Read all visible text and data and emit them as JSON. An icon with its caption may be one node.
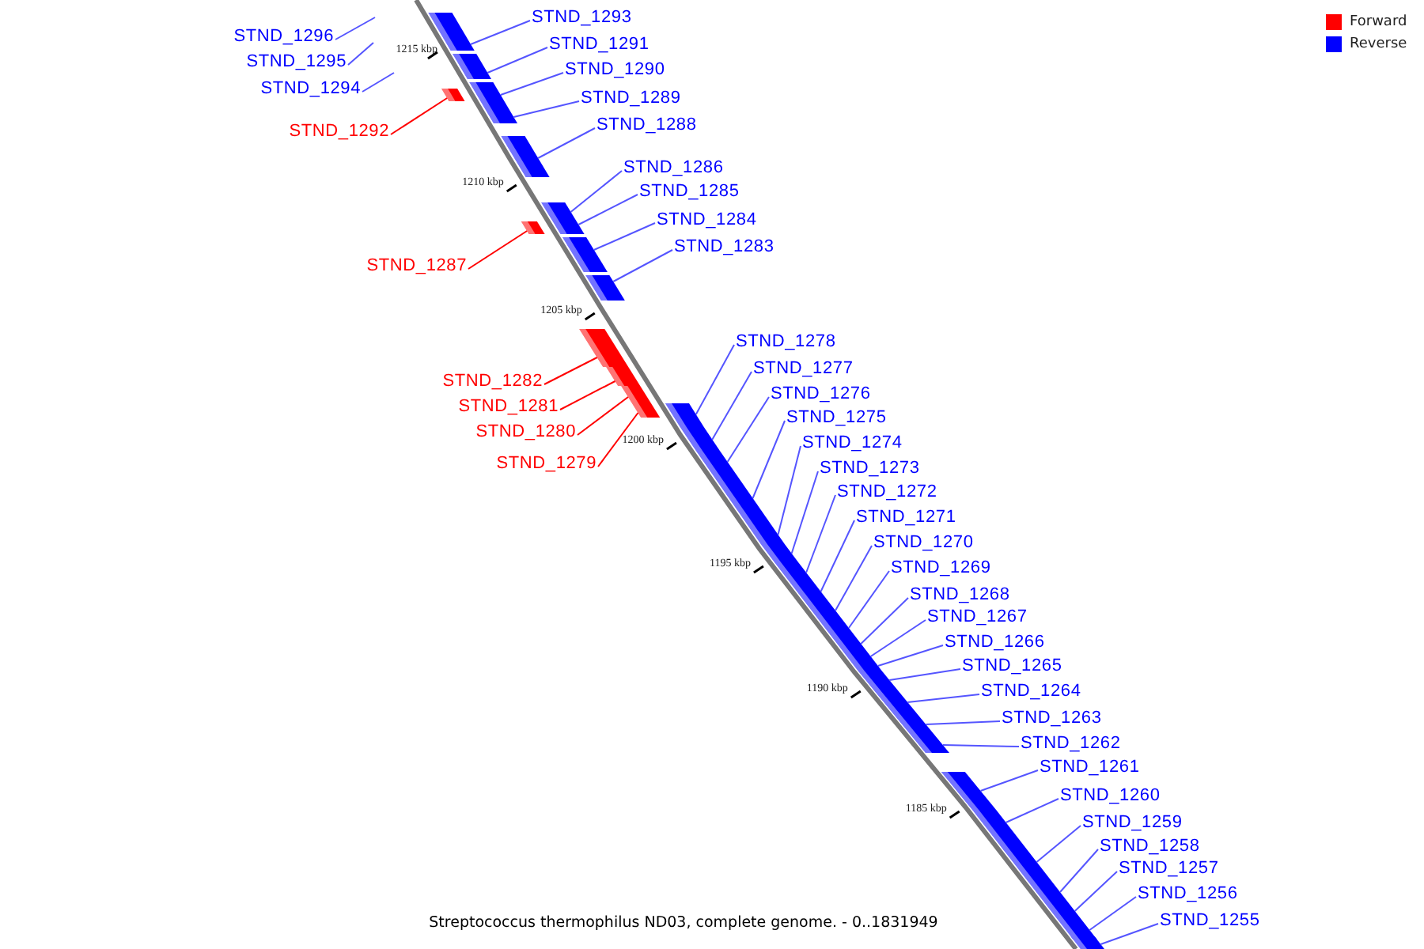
{
  "diagram": {
    "caption": "Streptococcus thermophilus ND03, complete genome. - 0..1831949",
    "nodes": [
      {
        "text": [
          "STND_1293"
        ]
      },
      {
        "text": [],
        "shape": "box"
      },
      {
        "text": [
          "STND_1291"
        ]
      },
      {
        "text": [],
        "shape": "box"
      },
      {
        "text": [
          "STND_1296"
        ]
      },
      {
        "text": [
          "STND_1290"
        ]
      },
      {
        "text": [],
        "shape": "box"
      },
      {
        "text": [
          "STND_1295"
        ]
      },
      {
        "text": [
          "STND_1294"
        ]
      },
      {
        "text": [
          "STND_1289"
        ]
      },
      {
        "text": [],
        "shape": "box"
      },
      {
        "text": [
          "STND_1288"
        ]
      },
      {
        "text": [],
        "shape": "box"
      },
      {
        "text": [
          "STND_1292"
        ]
      },
      {
        "text": [],
        "shape": "box"
      },
      {
        "text": [
          "STND_1286"
        ]
      },
      {
        "text": [],
        "shape": "box"
      },
      {
        "text": [
          "STND_1285"
        ]
      },
      {
        "text": [],
        "shape": "box"
      },
      {
        "text": [
          "STND_1284"
        ]
      },
      {
        "text": [],
        "shape": "box"
      },
      {
        "text": [
          "STND_1283"
        ]
      },
      {
        "text": [],
        "shape": "box"
      },
      {
        "text": [
          "STND_1287"
        ]
      },
      {
        "text": [],
        "shape": "box"
      },
      {
        "text": [
          "STND_1278"
        ]
      },
      {
        "text": [],
        "shape": "box"
      },
      {
        "text": [
          "STND_1282"
        ]
      },
      {
        "text": [],
        "shape": "box"
      },
      {
        "text": [
          "STND_1277"
        ]
      },
      {
        "text": [],
        "shape": "box"
      },
      {
        "text": [
          "STND_1276"
        ]
      },
      {
        "text": [],
        "shape": "box"
      },
      {
        "text": [
          "STND_1281"
        ]
      },
      {
        "text": [],
        "shape": "box"
      },
      {
        "text": [
          "STND_1275"
        ]
      },
      {
        "text": [],
        "shape": "box"
      },
      {
        "text": [
          "STND_1280"
        ]
      },
      {
        "text": [],
        "shape": "box"
      },
      {
        "text": [
          "STND_1274"
        ]
      },
      {
        "text": [],
        "shape": "box"
      },
      {
        "text": [
          "STND_1279"
        ]
      },
      {
        "text": [],
        "shape": "box"
      },
      {
        "text": [
          "STND_1273"
        ]
      },
      {
        "text": [],
        "shape": "box"
      },
      {
        "text": [
          "STND_1272"
        ]
      },
      {
        "text": [],
        "shape": "box"
      },
      {
        "text": [
          "STND_1271"
        ]
      },
      {
        "text": [],
        "shape": "box"
      },
      {
        "text": [
          "STND_1270"
        ]
      },
      {
        "text": [],
        "shape": "box"
      },
      {
        "text": [
          "STND_1269"
        ]
      },
      {
        "text": [],
        "shape": "box"
      },
      {
        "text": [
          "STND_1268"
        ]
      },
      {
        "text": [],
        "shape": "box"
      },
      {
        "text": [
          "STND_1267"
        ]
      },
      {
        "text": [],
        "shape": "box"
      },
      {
        "text": [
          "STND_1266"
        ]
      },
      {
        "text": [],
        "shape": "box"
      },
      {
        "text": [
          "STND_1265"
        ]
      },
      {
        "text": [],
        "shape": "box"
      },
      {
        "text": [
          "STND_1264"
        ]
      },
      {
        "text": [],
        "shape": "box"
      },
      {
        "text": [
          "STND_1263"
        ]
      },
      {
        "text": [],
        "shape": "box"
      },
      {
        "text": [
          "STND_1262"
        ]
      },
      {
        "text": [],
        "shape": "box"
      },
      {
        "text": [
          "STND_1261"
        ]
      },
      {
        "text": [],
        "shape": "box"
      },
      {
        "text": [
          "STND_1260"
        ]
      },
      {
        "text": [],
        "shape": "box"
      },
      {
        "text": [
          "STND_1259"
        ]
      },
      {
        "text": [],
        "shape": "box"
      },
      {
        "text": [
          "STND_1258"
        ]
      },
      {
        "text": [],
        "shape": "box"
      },
      {
        "text": [
          "STND_1257"
        ]
      },
      {
        "text": [],
        "shape": "box"
      },
      {
        "text": [
          "STND_1256"
        ]
      },
      {
        "text": [],
        "shape": "box"
      },
      {
        "text": [
          "STND_1255"
        ]
      },
      {
        "text": [],
        "shape": "box"
      }
    ],
    "edges": [
      {
        "from": 0,
        "to": 1,
        "arrow": "none"
      },
      {
        "from": 2,
        "to": 3,
        "arrow": "none"
      },
      {
        "from": 4,
        "to": null,
        "arrow": "none"
      },
      {
        "from": 5,
        "to": 6,
        "arrow": "none"
      },
      {
        "from": 7,
        "to": null,
        "arrow": "none"
      },
      {
        "from": 8,
        "to": null,
        "arrow": "none"
      },
      {
        "from": 9,
        "to": 10,
        "arrow": "none"
      },
      {
        "from": 11,
        "to": 12,
        "arrow": "none"
      },
      {
        "from": 13,
        "to": 14,
        "arrow": "none",
        "color": "#ff0000"
      },
      {
        "from": 15,
        "to": 16,
        "arrow": "none"
      },
      {
        "from": 17,
        "to": 18,
        "arrow": "none"
      },
      {
        "from": 19,
        "to": 20,
        "arrow": "none"
      },
      {
        "from": 21,
        "to": 22,
        "arrow": "none"
      },
      {
        "from": 23,
        "to": 24,
        "arrow": "none",
        "color": "#ff0000"
      },
      {
        "from": 25,
        "to": 26,
        "arrow": "none"
      },
      {
        "from": 27,
        "to": 28,
        "arrow": "none",
        "color": "#ff0000"
      },
      {
        "from": 29,
        "to": 30,
        "arrow": "none"
      },
      {
        "from": 31,
        "to": 32,
        "arrow": "none"
      },
      {
        "from": 33,
        "to": 34,
        "arrow": "none",
        "color": "#ff0000"
      },
      {
        "from": 35,
        "to": 36,
        "arrow": "none"
      },
      {
        "from": 37,
        "to": 38,
        "arrow": "none",
        "color": "#ff0000"
      },
      {
        "from": 39,
        "to": 40,
        "arrow": "none"
      },
      {
        "from": 41,
        "to": 42,
        "arrow": "none",
        "color": "#ff0000"
      },
      {
        "from": 43,
        "to": 44,
        "arrow": "none"
      },
      {
        "from": 45,
        "to": 46,
        "arrow": "none"
      },
      {
        "from": 47,
        "to": 48,
        "arrow": "none"
      },
      {
        "from": 49,
        "to": 50,
        "arrow": "none"
      },
      {
        "from": 51,
        "to": 52,
        "arrow": "none"
      },
      {
        "from": 53,
        "to": 54,
        "arrow": "none"
      },
      {
        "from": 55,
        "to": 56,
        "arrow": "none"
      },
      {
        "from": 57,
        "to": 58,
        "arrow": "none"
      },
      {
        "from": 59,
        "to": 60,
        "arrow": "none"
      },
      {
        "from": 61,
        "to": 62,
        "arrow": "none"
      },
      {
        "from": 63,
        "to": 64,
        "arrow": "none"
      },
      {
        "from": 65,
        "to": 66,
        "arrow": "none"
      },
      {
        "from": 67,
        "to": 68,
        "arrow": "none"
      },
      {
        "from": 69,
        "to": 70,
        "arrow": "none"
      },
      {
        "from": 71,
        "to": 72,
        "arrow": "none"
      },
      {
        "from": 73,
        "to": 74,
        "arrow": "none"
      },
      {
        "from": 75,
        "to": 76,
        "arrow": "none"
      },
      {
        "from": 77,
        "to": 78,
        "arrow": "none"
      },
      {
        "from": 79,
        "to": 80,
        "arrow": "none"
      }
    ],
    "labels": [
      "1215 kbp",
      "1210 kbp",
      "1205 kbp",
      "1200 kbp",
      "1195 kbp",
      "1190 kbp",
      "1185 kbp"
    ],
    "legend": [
      {
        "text": "Forward",
        "color": "#ff0000"
      },
      {
        "text": "Reverse",
        "color": "#0000ff"
      }
    ]
  }
}
